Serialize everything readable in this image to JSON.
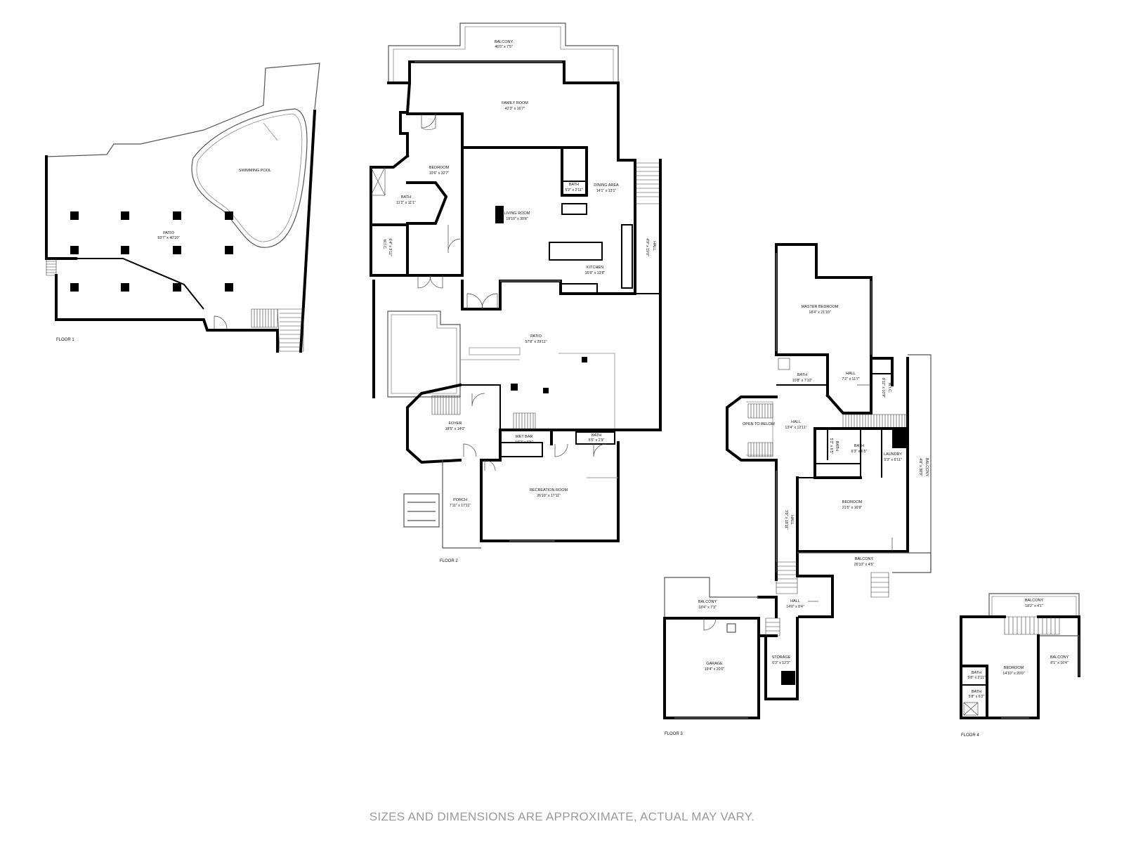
{
  "floors": {
    "floor1": {
      "label": "FLOOR 1",
      "rooms": {
        "swimming_pool": {
          "name": "SWIMMING POOL",
          "dim": ""
        },
        "patio": {
          "name": "PATIO",
          "dim": "53'7\" x 40'10\""
        }
      }
    },
    "floor2": {
      "label": "FLOOR 2",
      "rooms": {
        "balcony": {
          "name": "BALCONY",
          "dim": "46'0\" x 7'5\""
        },
        "family_room": {
          "name": "FAMILY ROOM",
          "dim": "42'3\" x 16'7\""
        },
        "bedroom": {
          "name": "BEDROOM",
          "dim": "10'6\" x 32'7\""
        },
        "bath_main": {
          "name": "BATH",
          "dim": "11'2\" x 11'1\""
        },
        "bath_small": {
          "name": "BATH",
          "dim": "5'2\" x 2'11\""
        },
        "wic": {
          "name": "W.I.C.",
          "dim": "6'4\" x 9'11\""
        },
        "living_room": {
          "name": "LIVING ROOM",
          "dim": "19'10\" x 30'8\""
        },
        "dining_area": {
          "name": "DINING AREA",
          "dim": "14'1\" x 13'1\""
        },
        "kitchen": {
          "name": "KITCHEN",
          "dim": "16'9\" x 13'8\""
        },
        "hall": {
          "name": "HALL",
          "dim": "4'9\" x 19'0\""
        },
        "patio": {
          "name": "PATIO",
          "dim": "57'8\" x 29'11\""
        },
        "foyer": {
          "name": "FOYER",
          "dim": "18'5\" x 14'0\""
        },
        "wet_bar": {
          "name": "WET BAR",
          "dim": "10'2\" x 5'5\""
        },
        "bath_rec": {
          "name": "BATH",
          "dim": "5'5\" x 2'9\""
        },
        "porch": {
          "name": "PORCH",
          "dim": "7'11\" x 17'11\""
        },
        "recreation_room": {
          "name": "RECREATION ROOM",
          "dim": "26'10\" x 17'11\""
        }
      }
    },
    "floor3": {
      "label": "FLOOR 3",
      "rooms": {
        "master_bedroom": {
          "name": "MASTER BEDROOM",
          "dim": "18'4\" x 21'10\""
        },
        "bath_master": {
          "name": "BATH",
          "dim": "10'8\" x 7'10\""
        },
        "hall_master": {
          "name": "HALL",
          "dim": "7'2\" x 11'7\""
        },
        "wic": {
          "name": "W.I.C.",
          "dim": "8'11\" x 10'9\""
        },
        "open_to_below": {
          "name": "OPEN TO BELOW",
          "dim": ""
        },
        "hall_center": {
          "name": "HALL",
          "dim": "13'4\" x 12'11\""
        },
        "bath_center": {
          "name": "BATH",
          "dim": "6'3\" x 6'5\""
        },
        "bath_tub": {
          "name": "BATH",
          "dim": "5'2\" x 6'5\""
        },
        "laundry": {
          "name": "LAUNDRY",
          "dim": "5'3\" x 6'11\""
        },
        "balcony_side": {
          "name": "BALCONY",
          "dim": "4'8\" x 38'9\""
        },
        "bedroom": {
          "name": "BEDROOM",
          "dim": "21'5\" x 16'9\""
        },
        "hall_long": {
          "name": "HALL",
          "dim": "3'8\" x 18'11\""
        },
        "balcony_bottom": {
          "name": "BALCONY",
          "dim": "26'10\" x 4'5\""
        },
        "balcony_garage": {
          "name": "BALCONY",
          "dim": "18'4\" x 7'3\""
        },
        "hall_bottom": {
          "name": "HALL",
          "dim": "14'0\" x 8'4\""
        },
        "garage": {
          "name": "GARAGE",
          "dim": "19'4\" x 20'0\""
        },
        "storage": {
          "name": "STORAGE",
          "dim": "6'3\" x 12'3\""
        }
      }
    },
    "floor4": {
      "label": "FLOOR 4",
      "rooms": {
        "balcony_top": {
          "name": "BALCONY",
          "dim": "18'2\" x 4'1\""
        },
        "balcony_side": {
          "name": "BALCONY",
          "dim": "8'1\" x 16'4\""
        },
        "bedroom": {
          "name": "BEDROOM",
          "dim": "14'10\" x 20'0\""
        },
        "bath_upper": {
          "name": "BATH",
          "dim": "5'8\" x 2'11\""
        },
        "bath_lower": {
          "name": "BATH",
          "dim": "5'8\" x 6'2\""
        }
      }
    }
  },
  "disclaimer": "SIZES AND DIMENSIONS ARE APPROXIMATE, ACTUAL MAY VARY."
}
